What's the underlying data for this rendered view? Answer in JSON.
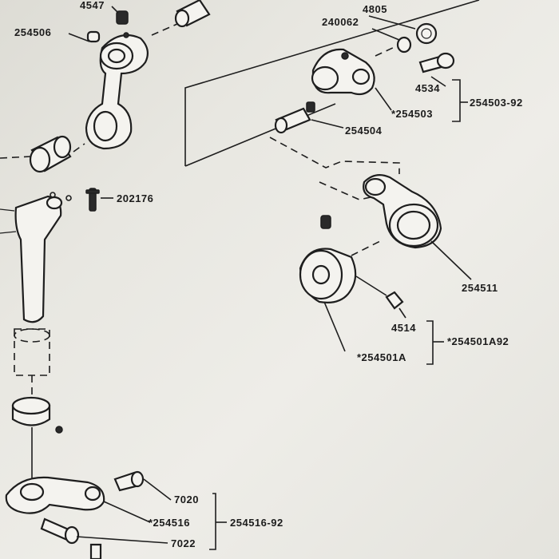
{
  "labels": {
    "p4547": "4547",
    "p254506": "254506",
    "p4805": "4805",
    "p240062": "240062",
    "p4534": "4534",
    "p254503": "*254503",
    "p254503_92": "254503-92",
    "p254504": "254504",
    "p202176": "202176",
    "p254511": "254511",
    "p4514": "4514",
    "p254501A92": "*254501A92",
    "p254501A": "*254501A",
    "p7020": "7020",
    "p254516": "*254516",
    "p254516_92": "254516-92",
    "p7022": "7022"
  },
  "colors": {
    "paper": "#e9e8e2",
    "ink": "#1e1e1e"
  }
}
